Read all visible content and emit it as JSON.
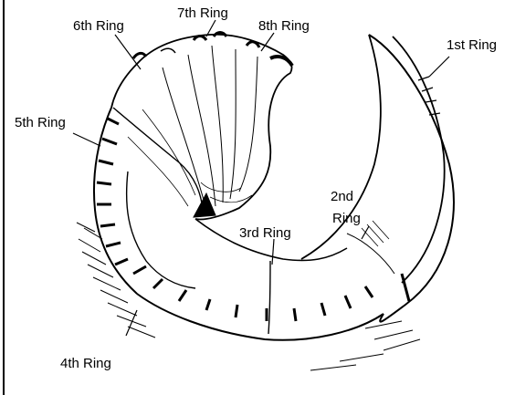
{
  "diagram": {
    "labels": {
      "ring1": "1st Ring",
      "ring2_line1": "2nd",
      "ring2_line2": "Ring",
      "ring3": "3rd Ring",
      "ring4": "4th Ring",
      "ring5": "5th Ring",
      "ring6": "6th Ring",
      "ring7": "7th Ring",
      "ring8": "8th Ring"
    },
    "colors": {
      "ink": "#000000",
      "paper": "#ffffff"
    }
  }
}
